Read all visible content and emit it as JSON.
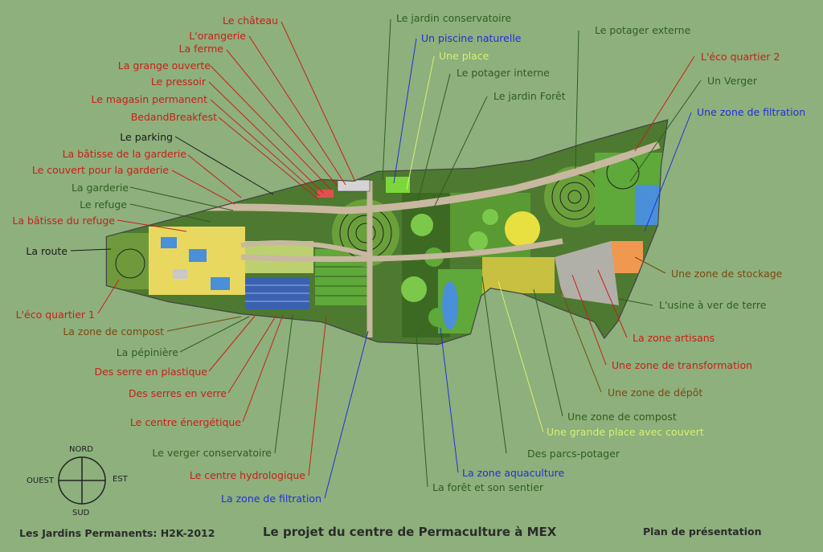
{
  "title": "Le projet du centre de Permaculture à MEX",
  "credit": "Les Jardins Permanents: H2K-2012",
  "subtitle": "Plan de présentation",
  "compass": {
    "north": "NORD",
    "south": "SUD",
    "east": "EST",
    "west": "OUEST"
  },
  "labels": {
    "chateau": "Le château",
    "orangerie": "L'orangerie",
    "ferme": "La ferme",
    "grange": "La grange ouverte",
    "pressoir": "Le pressoir",
    "magasin": "Le magasin permanent",
    "bnb": "BedandBreakfest",
    "parking": "Le parking",
    "batisse_garderie": "La bâtisse de la garderie",
    "couvert_garderie": "Le couvert pour la garderie",
    "garderie": "La garderie",
    "refuge": "Le refuge",
    "batisse_refuge": "La bâtisse du refuge",
    "route": "La route",
    "eco1": "L'éco quartier 1",
    "compost": "La zone de  compost",
    "pepiniere": "La pépinière",
    "serres_plastique": "Des serre en plastique",
    "serres_verre": "Des serres en verre",
    "energetique": "Le centre énergétique",
    "verger_conservatoire": "Le verger conservatoire",
    "hydrologique": "Le centre hydrologique",
    "filtration_bas": "La zone de filtration",
    "jardin_conservatoire": "Le jardin conservatoire",
    "piscine": "Un piscine naturelle",
    "place": "Une place",
    "potager_interne": "Le potager interne",
    "jardin_foret": "Le jardin Forêt",
    "potager_externe": "Le potager externe",
    "eco2": "L'éco quartier 2",
    "verger": "Un Verger",
    "filtration_haut": "Une zone de filtration",
    "stockage": "Une zone de stockage",
    "usine": "L'usine à ver de terre",
    "artisans": "La zone artisans",
    "transformation": "Une zone de transformation",
    "depot": "Une zone de dépôt",
    "compost2": "Une zone de compost",
    "grande_place": "Une grande place avec couvert",
    "parcs_potager": "Des parcs-potager",
    "aquaculture": "La zone  aquaculture",
    "foret_sentier": "La forêt et son sentier"
  },
  "colors": {
    "background": "#8db07c",
    "red_label": "#c8201a",
    "green_label": "#2f5e1f",
    "blue_label": "#2230d8",
    "brown_label": "#7a4a10",
    "lime_label": "#d8f070"
  }
}
